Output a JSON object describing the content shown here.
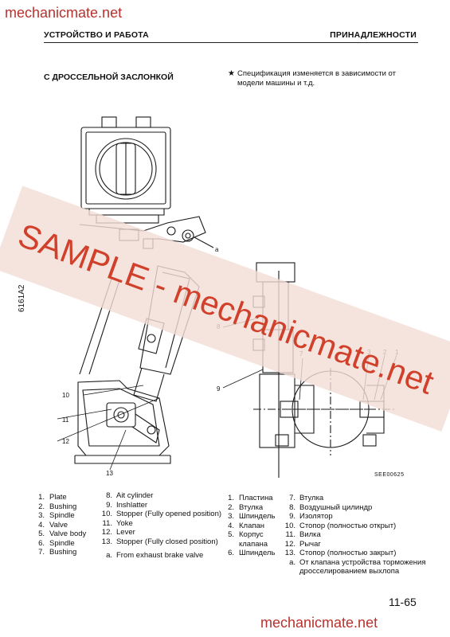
{
  "watermarks": {
    "top": "mechanicmate.net",
    "bottom": "mechanicmate.net",
    "stamp": "SAMPLE - mechanicmate.net"
  },
  "header": {
    "left": "УСТРОЙСТВО И РАБОТА",
    "right": "ПРИНАДЛЕЖНОСТИ"
  },
  "section_title": "С ДРОССЕЛЬНОЙ ЗАСЛОНКОЙ",
  "note": {
    "marker": "★",
    "line1": "Спецификация изменяется в зависимости от",
    "line2": "модели машины и т.д."
  },
  "figure": {
    "side_code": "6161A2",
    "figure_code": "SEE00625",
    "callouts": [
      "a",
      "8",
      "9",
      "10",
      "11",
      "12",
      "13",
      "7",
      "3",
      "2",
      "1"
    ]
  },
  "legend_en": {
    "col1": [
      {
        "num": "1.",
        "text": "Plate"
      },
      {
        "num": "2.",
        "text": "Bushing"
      },
      {
        "num": "3.",
        "text": "Spindle"
      },
      {
        "num": "4.",
        "text": "Valve"
      },
      {
        "num": "5.",
        "text": "Valve body"
      },
      {
        "num": "6.",
        "text": "Spindle"
      },
      {
        "num": "7.",
        "text": "Bushing"
      }
    ],
    "col2": [
      {
        "num": "8.",
        "text": "Ait cylinder"
      },
      {
        "num": "9.",
        "text": "Inshlatter"
      },
      {
        "num": "10.",
        "text": "Stopper (Fully opened position)"
      },
      {
        "num": "11.",
        "text": "Yoke"
      },
      {
        "num": "12.",
        "text": "Lever"
      },
      {
        "num": "13.",
        "text": "Stopper (Fully closed position)"
      }
    ],
    "extra": {
      "num": "a.",
      "text": "From exhaust brake valve"
    }
  },
  "legend_ru": {
    "col1": [
      {
        "num": "1.",
        "text": "Пластина"
      },
      {
        "num": "2.",
        "text": "Втулка"
      },
      {
        "num": "3.",
        "text": "Шпиндель"
      },
      {
        "num": "4.",
        "text": "Клапан"
      },
      {
        "num": "5.",
        "text": "Корпус"
      },
      {
        "num": "",
        "text": "клапана"
      },
      {
        "num": "6.",
        "text": "Шпиндель"
      }
    ],
    "col2": [
      {
        "num": "7.",
        "text": "Втулка"
      },
      {
        "num": "8.",
        "text": "Воздушный цилиндр"
      },
      {
        "num": "9.",
        "text": "Изолятор"
      },
      {
        "num": "10.",
        "text": "Стопор (полностью открыт)"
      },
      {
        "num": "11.",
        "text": "Вилка"
      },
      {
        "num": "12.",
        "text": "Рычаг"
      },
      {
        "num": "13.",
        "text": "Стопор (полностью закрыт)"
      },
      {
        "num": "a.",
        "text": "От клапана устройства торможения"
      },
      {
        "num": "",
        "text": "дросселированием выхлопа"
      }
    ]
  },
  "page_number": "11-65",
  "colors": {
    "watermark": "#b7322e",
    "stamp_fill": "#f3dcd4",
    "stamp_text": "#d0402a"
  }
}
